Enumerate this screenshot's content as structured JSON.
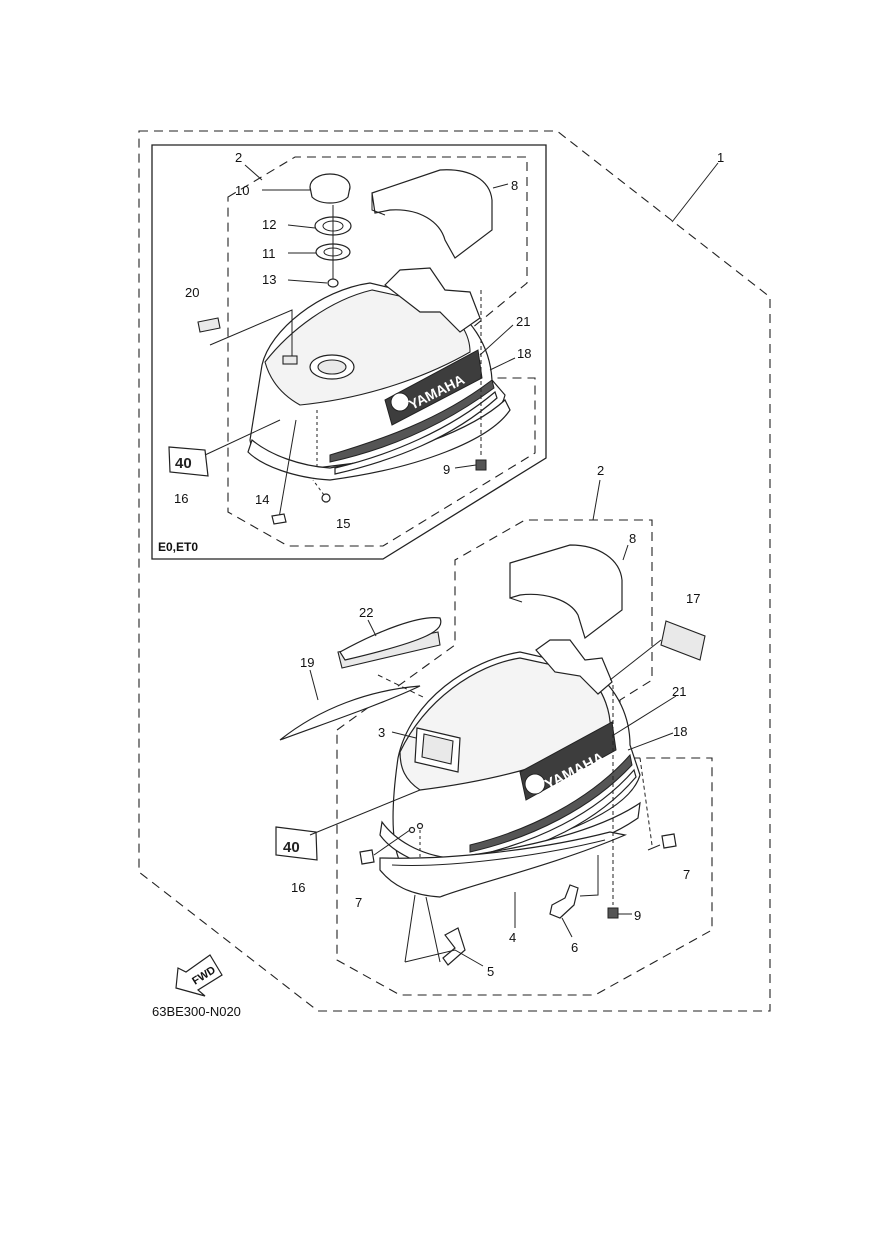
{
  "diagram": {
    "code": "63BE300-N020",
    "inset_caption": "E0,ET0",
    "brand_text": "YAMAHA",
    "badge_text": "40",
    "fwd_text": "FWD",
    "callouts": [
      {
        "id": "c1",
        "text": "1"
      },
      {
        "id": "c2a",
        "text": "2"
      },
      {
        "id": "c2b",
        "text": "2"
      },
      {
        "id": "c3",
        "text": "3"
      },
      {
        "id": "c4",
        "text": "4"
      },
      {
        "id": "c5",
        "text": "5"
      },
      {
        "id": "c6",
        "text": "6"
      },
      {
        "id": "c7a",
        "text": "7"
      },
      {
        "id": "c7b",
        "text": "7"
      },
      {
        "id": "c8a",
        "text": "8"
      },
      {
        "id": "c8b",
        "text": "8"
      },
      {
        "id": "c9a",
        "text": "9"
      },
      {
        "id": "c9b",
        "text": "9"
      },
      {
        "id": "c10",
        "text": "10"
      },
      {
        "id": "c11",
        "text": "11"
      },
      {
        "id": "c12",
        "text": "12"
      },
      {
        "id": "c13",
        "text": "13"
      },
      {
        "id": "c14",
        "text": "14"
      },
      {
        "id": "c15",
        "text": "15"
      },
      {
        "id": "c16a",
        "text": "16"
      },
      {
        "id": "c16b",
        "text": "16"
      },
      {
        "id": "c17",
        "text": "17"
      },
      {
        "id": "c18a",
        "text": "18"
      },
      {
        "id": "c18b",
        "text": "18"
      },
      {
        "id": "c19",
        "text": "19"
      },
      {
        "id": "c20",
        "text": "20"
      },
      {
        "id": "c21a",
        "text": "21"
      },
      {
        "id": "c21b",
        "text": "21"
      },
      {
        "id": "c22",
        "text": "22"
      }
    ]
  }
}
